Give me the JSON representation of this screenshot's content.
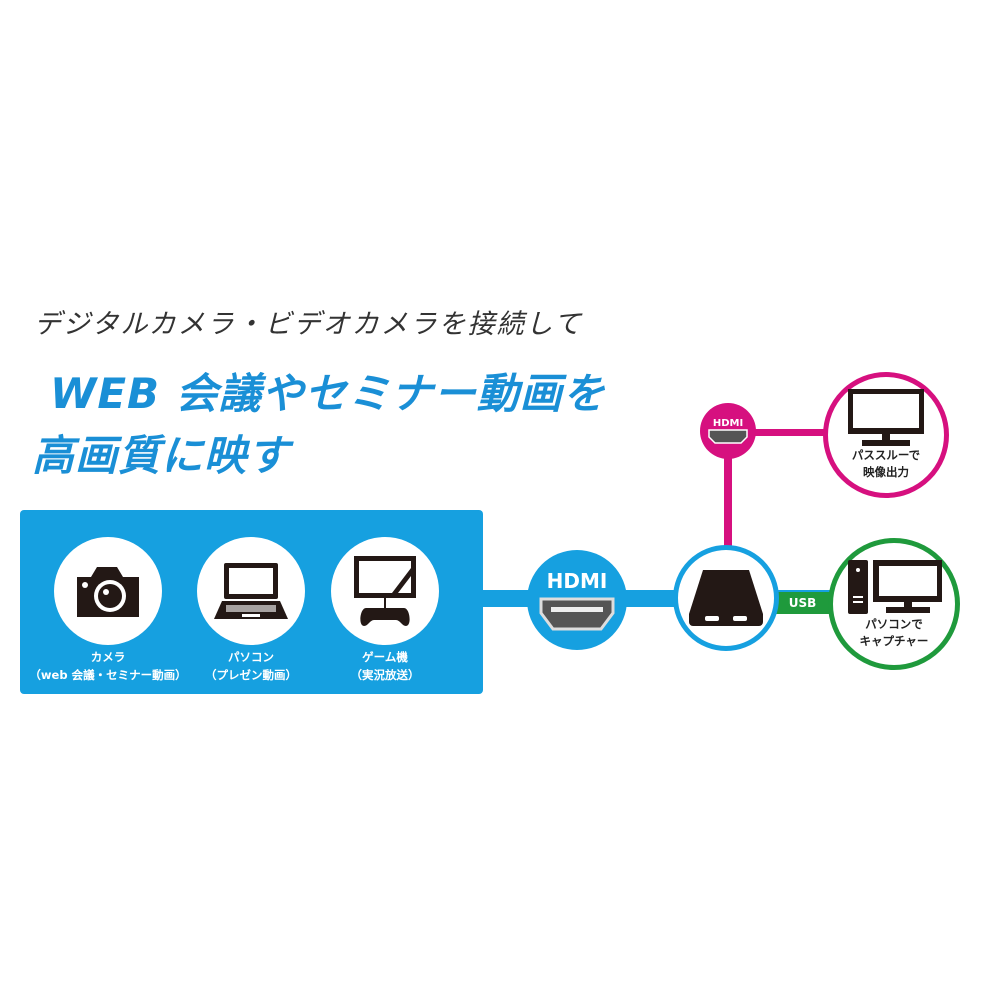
{
  "headline": {
    "subtitle": "デジタルカメラ・ビデオカメラを接続して",
    "line1": "WEB 会議やセミナー動画を",
    "line2": "高画質に映す"
  },
  "sources": [
    {
      "icon": "camera-icon",
      "label": "カメラ",
      "sub": "（web 会議・セミナー動画）"
    },
    {
      "icon": "laptop-icon",
      "label": "パソコン",
      "sub": "（プレゼン動画）"
    },
    {
      "icon": "game-console-icon",
      "label": "ゲーム機",
      "sub": "（実況放送）"
    }
  ],
  "hdmi_in": "HDMI",
  "hdmi_out": "HDMI",
  "usb": "USB",
  "outputs": {
    "passthrough": {
      "line1": "パススルーで",
      "line2": "映像出力"
    },
    "capture": {
      "line1": "パソコンで",
      "line2": "キャプチャー"
    }
  },
  "colors": {
    "blue": "#16a0e0",
    "magenta": "#d6107f",
    "green": "#1f9a3c",
    "dark": "#231815"
  }
}
